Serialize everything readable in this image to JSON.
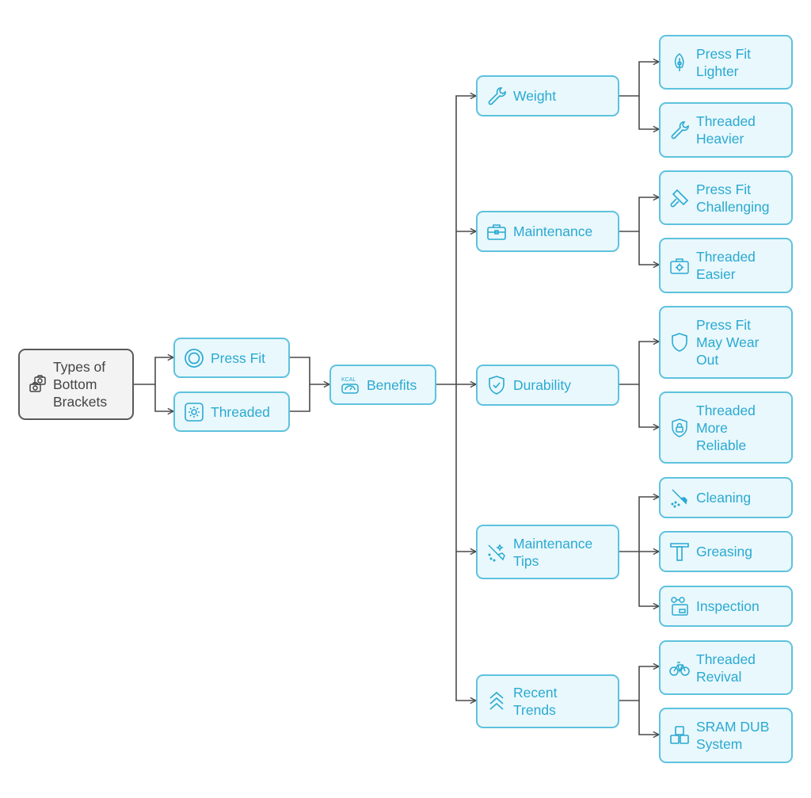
{
  "colors": {
    "node_fill": "#e9f8fc",
    "node_border": "#5ec2de",
    "node_text": "#2aa9d2",
    "root_fill": "#f3f3f3",
    "root_border": "#5a5a5a",
    "root_text": "#444444",
    "connector": "#4a4a4a"
  },
  "root": {
    "label": "Types of\nBottom\nBrackets",
    "icon": "cameras-icon"
  },
  "types": [
    {
      "label": "Press Fit",
      "icon": "circle-target-icon"
    },
    {
      "label": "Threaded",
      "icon": "gear-icon"
    }
  ],
  "benefits": {
    "label": "Benefits",
    "icon": "kcal-scale-icon"
  },
  "categories": [
    {
      "label": "Weight",
      "icon": "wrench-icon"
    },
    {
      "label": "Maintenance",
      "icon": "toolbox-icon"
    },
    {
      "label": "Durability",
      "icon": "shield-check-icon"
    },
    {
      "label": "Maintenance\nTips",
      "icon": "broom-sparkle-icon"
    },
    {
      "label": "Recent\nTrends",
      "icon": "chevrons-up-icon"
    }
  ],
  "leaves": [
    {
      "label": "Press Fit\nLighter",
      "icon": "feather-icon"
    },
    {
      "label": "Threaded\nHeavier",
      "icon": "wrench-icon"
    },
    {
      "label": "Press Fit\nChallenging",
      "icon": "hammer-icon"
    },
    {
      "label": "Threaded\nEasier",
      "icon": "toolbox-gear-icon"
    },
    {
      "label": "Press Fit\nMay Wear\nOut",
      "icon": "shield-icon"
    },
    {
      "label": "Threaded\nMore\nReliable",
      "icon": "shield-lock-icon"
    },
    {
      "label": "Cleaning",
      "icon": "brush-icon"
    },
    {
      "label": "Greasing",
      "icon": "grease-tool-icon"
    },
    {
      "label": "Inspection",
      "icon": "inspection-gears-icon"
    },
    {
      "label": "Threaded\nRevival",
      "icon": "bicycle-icon"
    },
    {
      "label": "SRAM DUB\nSystem",
      "icon": "blocks-icon"
    }
  ]
}
